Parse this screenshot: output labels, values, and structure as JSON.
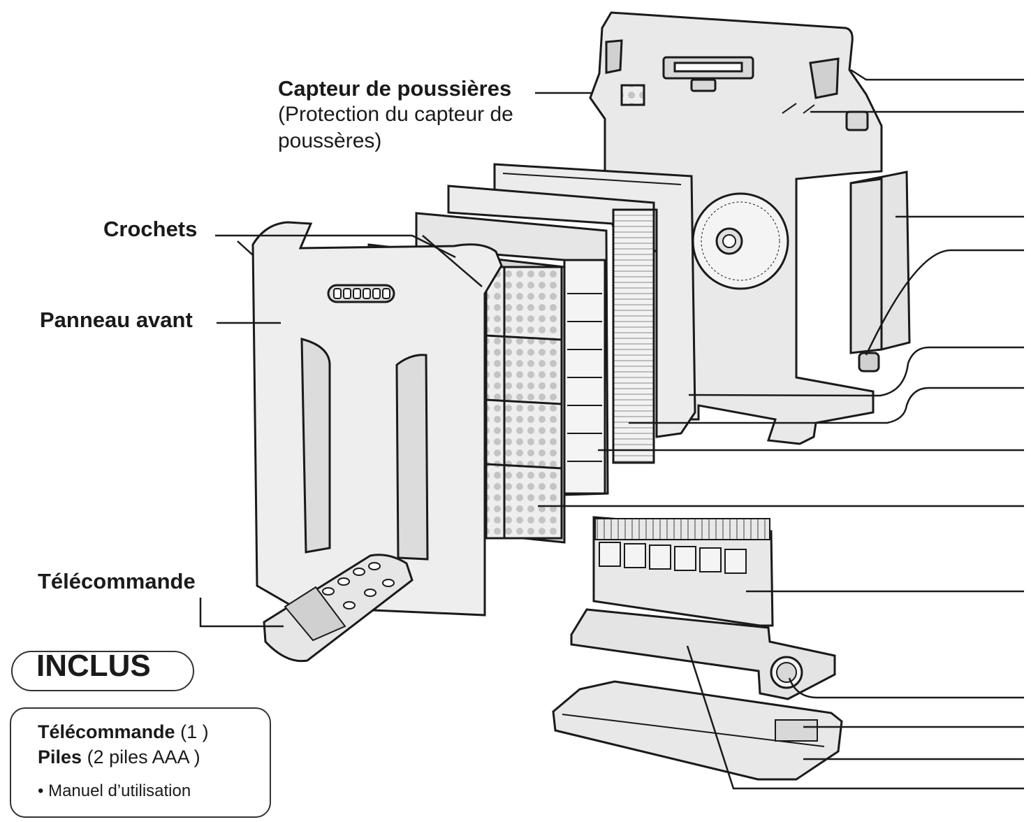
{
  "labels": {
    "dust_sensor": "Capteur de poussières",
    "dust_sensor_note": "(Protection du capteur de poussères)",
    "hooks": "Crochets",
    "front_panel": "Panneau avant",
    "remote": "Télécommande"
  },
  "included": {
    "title": "INCLUS",
    "items": [
      {
        "name": "Télécommande",
        "detail": "(1 )"
      },
      {
        "name": "Piles",
        "detail": "(2 piles AAA )"
      }
    ],
    "note": "• Manuel d’utilisation"
  },
  "colors": {
    "line": "#1a1a1a",
    "part_fill": "#e9e9e9",
    "part_shade": "#c9c9c9",
    "border": "#333333"
  }
}
